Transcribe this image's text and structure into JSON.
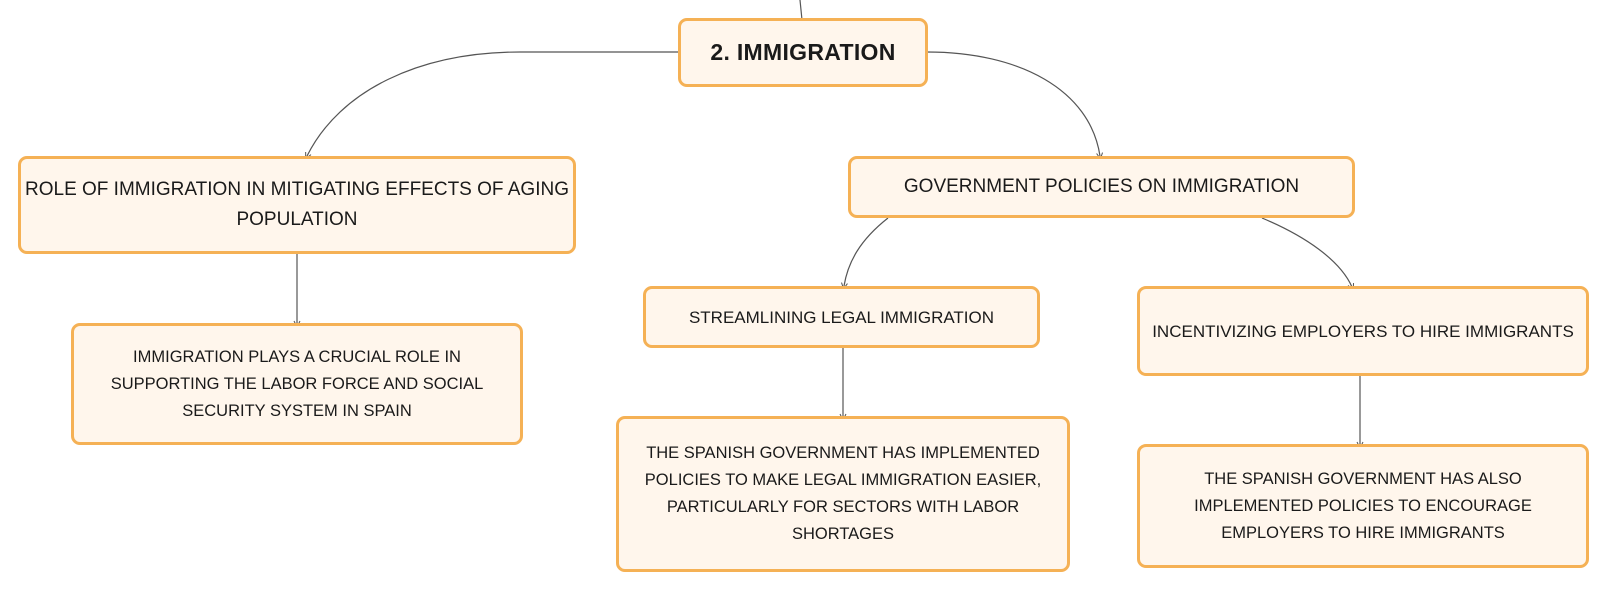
{
  "diagram": {
    "accent_border": "#f5b155",
    "node_fill": "#fff6ec",
    "edge_color": "#555555",
    "nodes": {
      "root": "2. IMMIGRATION",
      "role": "ROLE OF IMMIGRATION IN MITIGATING EFFECTS OF AGING POPULATION",
      "role_detail": "IMMIGRATION PLAYS A CRUCIAL ROLE IN SUPPORTING THE LABOR FORCE AND SOCIAL SECURITY SYSTEM IN SPAIN",
      "gov": "GOVERNMENT POLICIES ON IMMIGRATION",
      "streamlining": "STREAMLINING LEGAL IMMIGRATION",
      "streamlining_detail": "THE SPANISH GOVERNMENT HAS IMPLEMENTED POLICIES TO MAKE LEGAL IMMIGRATION EASIER, PARTICULARLY FOR SECTORS WITH LABOR SHORTAGES",
      "incentivizing": "INCENTIVIZING EMPLOYERS TO HIRE IMMIGRANTS",
      "incentivizing_detail": "THE SPANISH GOVERNMENT HAS ALSO IMPLEMENTED POLICIES TO ENCOURAGE EMPLOYERS TO HIRE IMMIGRANTS"
    }
  }
}
